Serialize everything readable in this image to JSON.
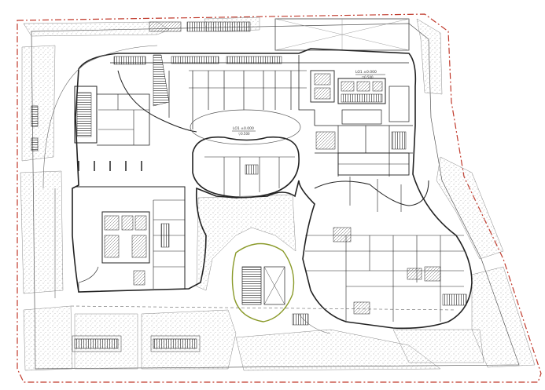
{
  "colors": {
    "background": "#ffffff",
    "wall": "#2a2a2a",
    "boundary": "#c0392b",
    "landscape": "#b8b8b8",
    "atrium_outline": "#8a9a2a"
  },
  "labels": {
    "level_marker_main": "LO1  ±0.000",
    "level_marker_main_sub": "▽0.500",
    "level_marker_right": "LO1  ±0.000",
    "level_marker_right_sub": "▽0.500"
  }
}
